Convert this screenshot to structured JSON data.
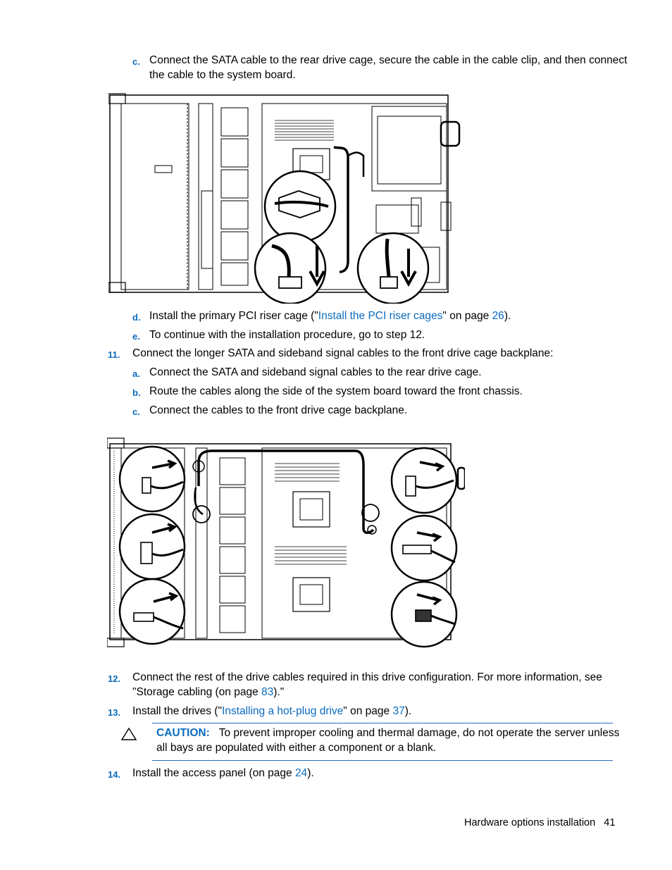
{
  "steps": {
    "c1": {
      "marker": "c.",
      "text": "Connect the SATA cable to the rear drive cage, secure the cable in the cable clip, and then connect",
      "text2": "the cable to the system board."
    },
    "d": {
      "marker": "d.",
      "pre": "Install the primary PCI riser cage (\"",
      "link": "Install the PCI riser cages",
      "mid": "\" on page ",
      "page": "26",
      "post": ")."
    },
    "e": {
      "marker": "e.",
      "text": "To continue with the installation procedure, go to step 12."
    },
    "s11": {
      "marker": "11.",
      "text": "Connect the longer SATA and sideband signal cables to the front drive cage backplane:"
    },
    "a": {
      "marker": "a.",
      "text": "Connect the SATA and sideband signal cables to the rear drive cage."
    },
    "b": {
      "marker": "b.",
      "text": "Route the cables along the side of the system board toward the front chassis."
    },
    "c2": {
      "marker": "c.",
      "text": "Connect the cables to the front drive cage backplane."
    },
    "s12": {
      "marker": "12.",
      "text": "Connect the rest of the drive cables required in this drive configuration. For more information, see",
      "pre2": "\"Storage cabling (on page ",
      "page": "83",
      "post2": ").\""
    },
    "s13": {
      "marker": "13.",
      "pre": "Install the drives (\"",
      "link": "Installing a hot-plug drive",
      "mid": "\" on page ",
      "page": "37",
      "post": ")."
    },
    "s14": {
      "marker": "14.",
      "pre": "Install the access panel (on page ",
      "page": "24",
      "post": ")."
    }
  },
  "caution": {
    "label": "CAUTION:",
    "text": "To prevent improper cooling and thermal damage, do not operate the server unless",
    "text2": "all bays are populated with either a component or a blank."
  },
  "footer": {
    "section": "Hardware options installation",
    "page": "41"
  }
}
